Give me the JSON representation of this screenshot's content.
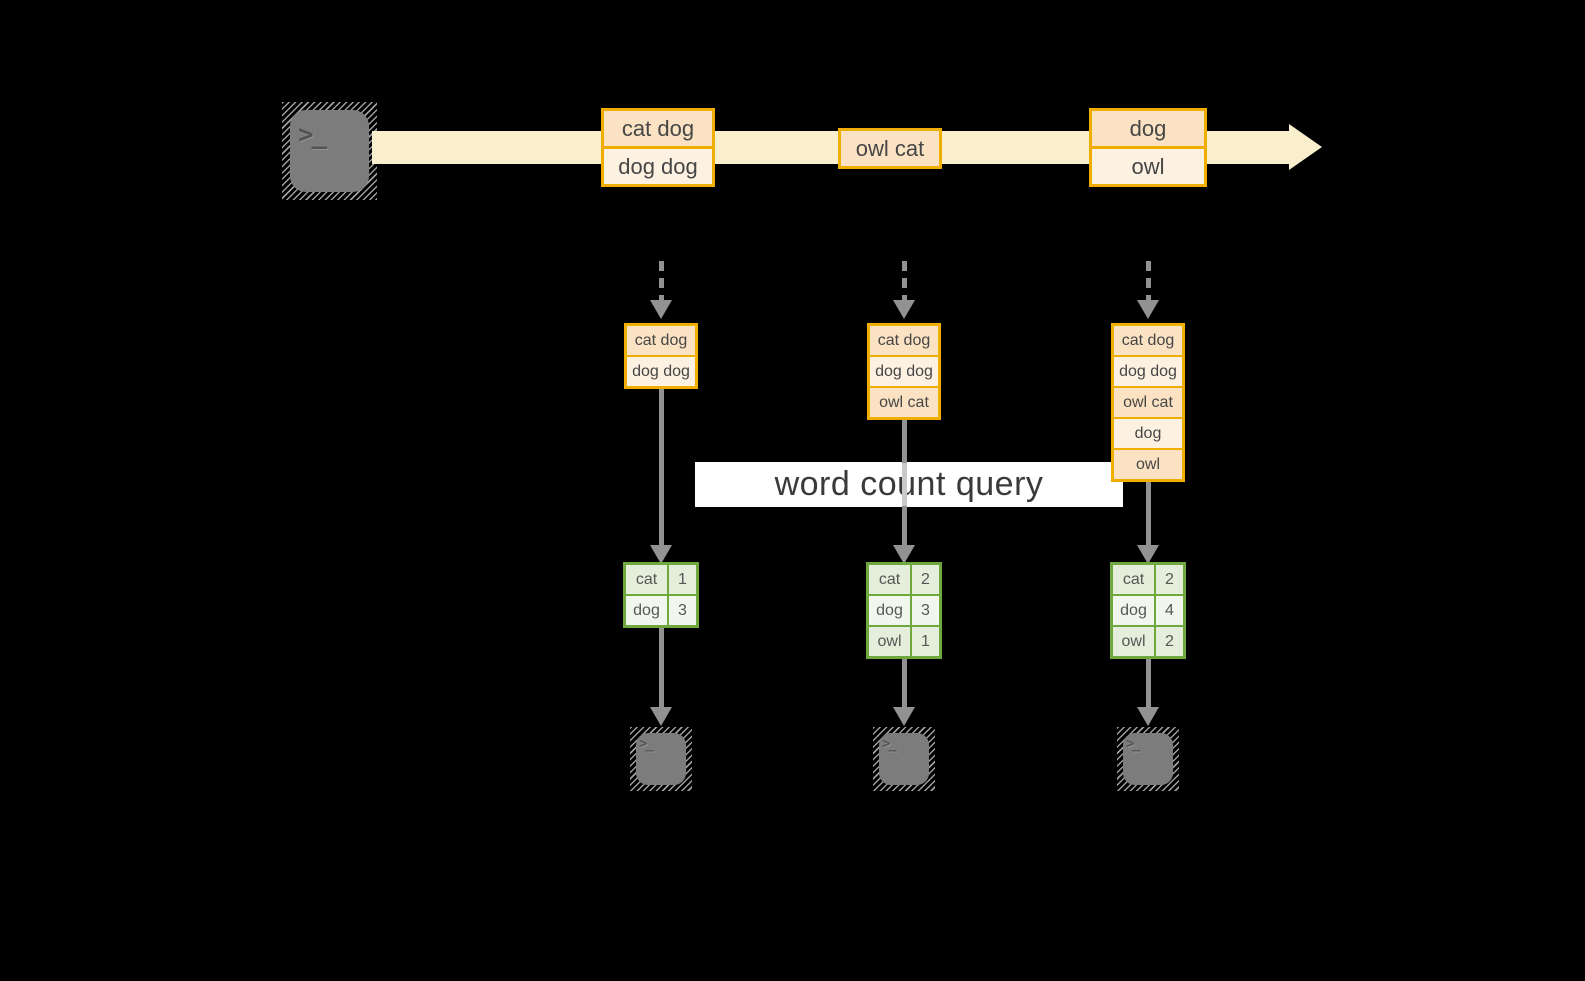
{
  "query_label": "word count query",
  "terminal_glyph": ">_",
  "stream": {
    "batches": [
      [
        "cat dog",
        "dog dog"
      ],
      [
        "owl cat"
      ],
      [
        "dog",
        "owl"
      ]
    ]
  },
  "columns": [
    {
      "buffer": [
        "cat dog",
        "dog dog"
      ],
      "counts": [
        [
          "cat",
          "1"
        ],
        [
          "dog",
          "3"
        ]
      ]
    },
    {
      "buffer": [
        "cat dog",
        "dog dog",
        "owl cat"
      ],
      "counts": [
        [
          "cat",
          "2"
        ],
        [
          "dog",
          "3"
        ],
        [
          "owl",
          "1"
        ]
      ]
    },
    {
      "buffer": [
        "cat dog",
        "dog dog",
        "owl cat",
        "dog",
        "owl"
      ],
      "counts": [
        [
          "cat",
          "2"
        ],
        [
          "dog",
          "4"
        ],
        [
          "owl",
          "2"
        ]
      ]
    }
  ],
  "colors": {
    "background": "#000000",
    "stream_band": "#F9EFCC",
    "peach_dark": "#FBE2C3",
    "peach_light": "#FDF2E1",
    "orange_border": "#F0AE00",
    "green_border": "#6FA83C",
    "green_dark": "#E5EEDA",
    "green_light": "#F2F7EE",
    "arrow_gray": "#929292",
    "terminal_fill": "#7C7C7C",
    "label_text": "#3A3A3A",
    "label_bg": "#FFFFFF"
  }
}
